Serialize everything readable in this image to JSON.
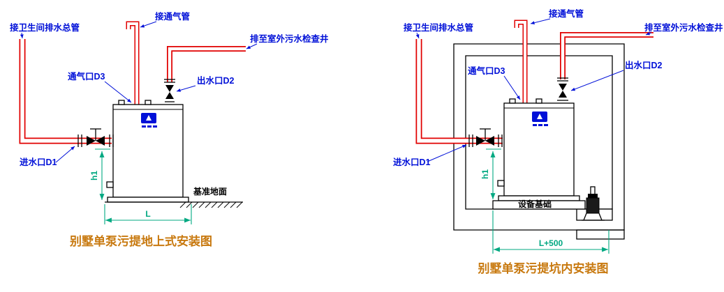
{
  "colors": {
    "pipe_red": "#e10000",
    "label_blue": "#0010d8",
    "dim_green": "#00a881",
    "title_orange": "#c8790f",
    "hatch_gray": "#9a9a9a",
    "line_black": "#000000"
  },
  "left": {
    "title": "别墅单泵污提地上式安装图",
    "labels": {
      "toilet_main": "接卫生间排水总管",
      "vent_connect": "接通气管",
      "discharge_well": "排至室外污水检查井",
      "vent_port": "通气口D3",
      "outlet_port": "出水口D2",
      "inlet_port": "进水口D1",
      "ground": "基准地面",
      "dim_h1": "h1",
      "dim_length": "L"
    }
  },
  "right": {
    "title": "别墅单泵污提坑内安装图",
    "labels": {
      "toilet_main": "接卫生间排水总管",
      "vent_connect": "接通气管",
      "discharge_well": "排至室外污水检查井",
      "vent_port": "通气口D3",
      "outlet_port": "出水口D2",
      "inlet_port": "进水口D1",
      "foundation": "设备基础",
      "dim_h1": "h1",
      "dim_length": "L+500"
    }
  }
}
